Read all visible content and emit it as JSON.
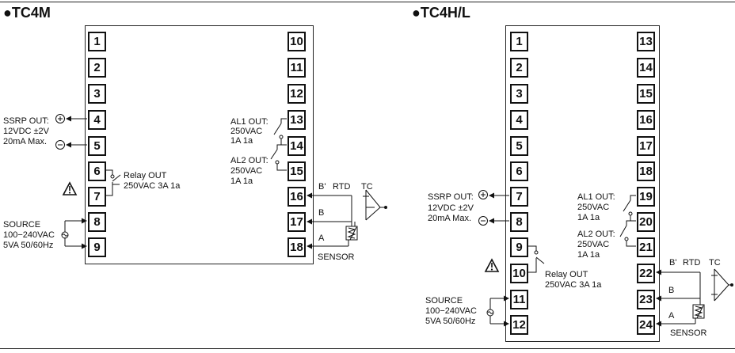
{
  "tc4m": {
    "title": "●TC4M",
    "terminals": [
      "1",
      "2",
      "3",
      "4",
      "5",
      "6",
      "7",
      "8",
      "9",
      "10",
      "11",
      "12",
      "13",
      "14",
      "15",
      "16",
      "17",
      "18"
    ],
    "ssrp": {
      "line1": "SSRP OUT:",
      "line2": "12VDC ±2V",
      "line3": "20mA Max."
    },
    "relay": {
      "line1": "Relay OUT",
      "line2": "250VAC 3A 1a"
    },
    "source": {
      "line1": "SOURCE",
      "line2": "100−240VAC",
      "line3": "5VA 50/60Hz"
    },
    "al1": {
      "line1": "AL1 OUT:",
      "line2": "250VAC",
      "line3": "1A 1a"
    },
    "al2": {
      "line1": "AL2 OUT:",
      "line2": "250VAC",
      "line3": "1A 1a"
    },
    "sensor": {
      "b_prime": "B'",
      "rtd": "RTD",
      "tc": "TC",
      "b": "B",
      "a": "A",
      "label": "SENSOR"
    }
  },
  "tc4hl": {
    "title": "●TC4H/L",
    "terminals": [
      "1",
      "2",
      "3",
      "4",
      "5",
      "6",
      "7",
      "8",
      "9",
      "10",
      "11",
      "12",
      "13",
      "14",
      "15",
      "16",
      "17",
      "18",
      "19",
      "20",
      "21",
      "22",
      "23",
      "24"
    ],
    "ssrp": {
      "line1": "SSRP OUT:",
      "line2": "12VDC ±2V",
      "line3": "20mA Max."
    },
    "relay": {
      "line1": "Relay OUT",
      "line2": "250VAC 3A 1a"
    },
    "source": {
      "line1": "SOURCE",
      "line2": "100−240VAC",
      "line3": "5VA 50/60Hz"
    },
    "al1": {
      "line1": "AL1 OUT:",
      "line2": "250VAC",
      "line3": "1A 1a"
    },
    "al2": {
      "line1": "AL2 OUT:",
      "line2": "250VAC",
      "line3": "1A 1a"
    },
    "sensor": {
      "b_prime": "B'",
      "rtd": "RTD",
      "tc": "TC",
      "b": "B",
      "a": "A",
      "label": "SENSOR"
    }
  },
  "symbols": {
    "plus": "+",
    "minus": "−",
    "warning": "!"
  }
}
